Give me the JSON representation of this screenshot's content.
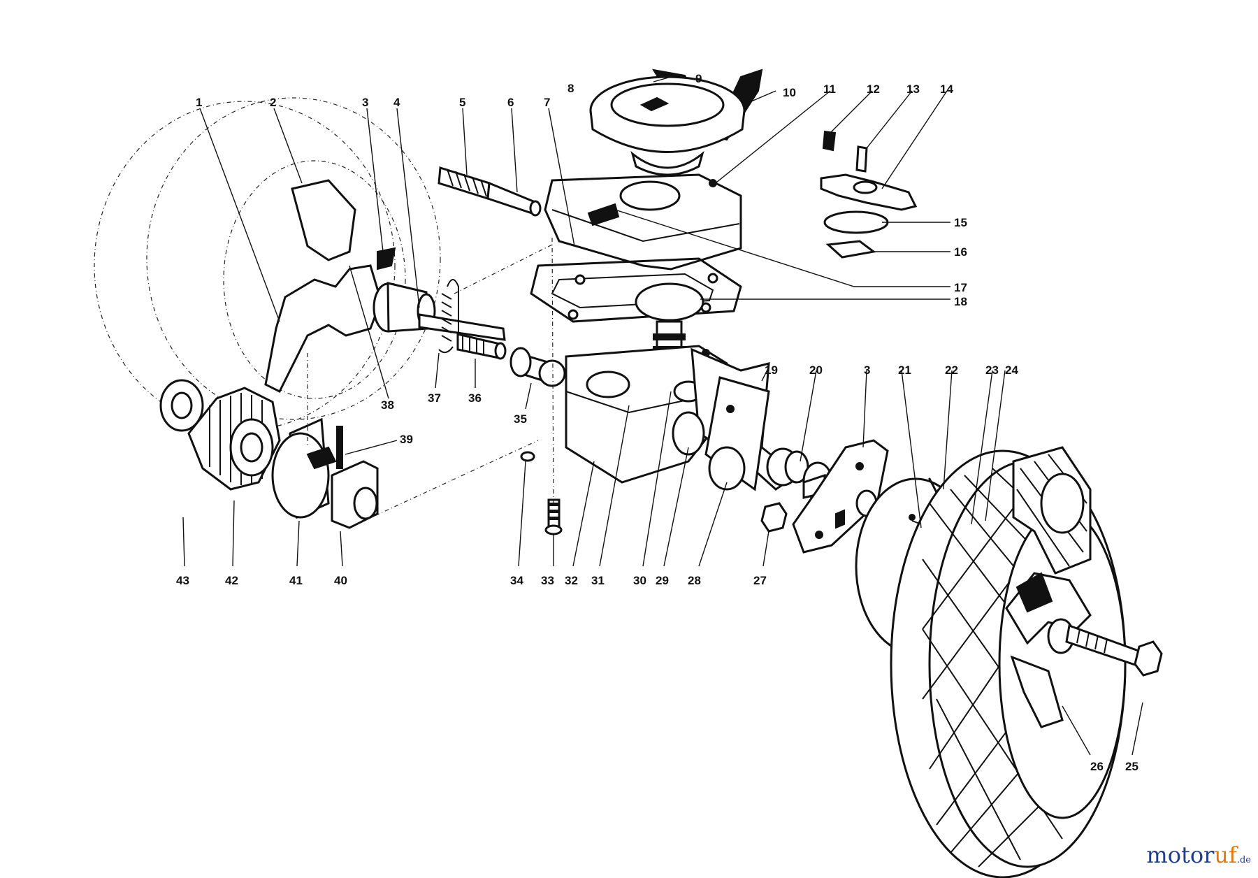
{
  "watermark": {
    "part1": "motor",
    "part2": "uf",
    "part3": ".de"
  },
  "callouts": [
    "1",
    "2",
    "3",
    "4",
    "5",
    "6",
    "7",
    "8",
    "9",
    "10",
    "11",
    "12",
    "13",
    "14",
    "15",
    "16",
    "17",
    "18",
    "19",
    "20",
    "3",
    "21",
    "22",
    "23",
    "24",
    "38",
    "37",
    "36",
    "35",
    "39",
    "43",
    "42",
    "41",
    "40",
    "34",
    "33",
    "32",
    "31",
    "30",
    "29",
    "28",
    "27",
    "26",
    "25"
  ]
}
